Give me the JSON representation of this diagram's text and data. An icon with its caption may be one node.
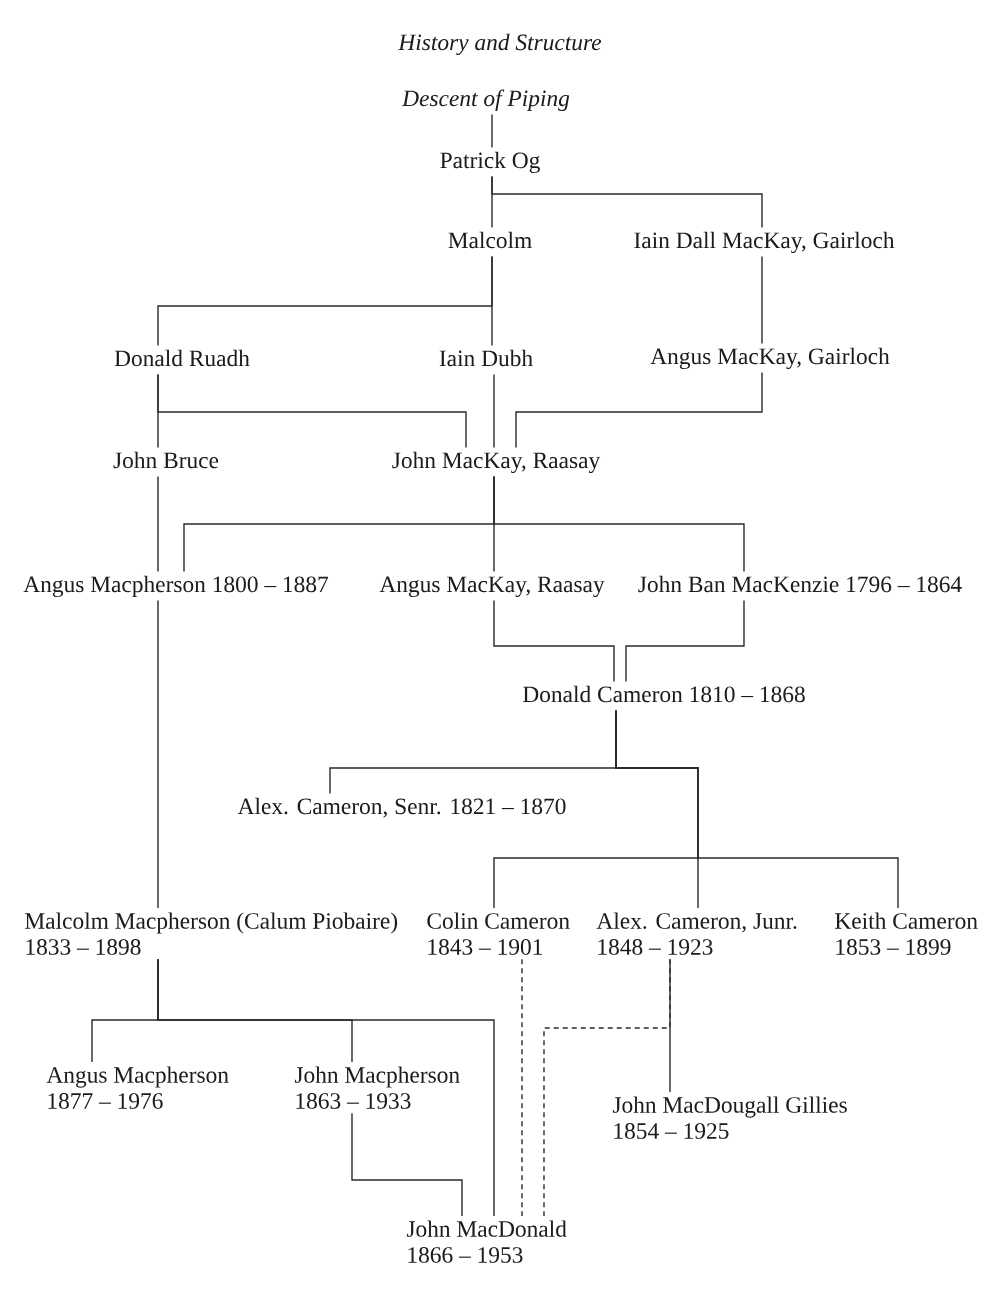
{
  "diagram": {
    "title": "History and Structure",
    "nodes": [
      {
        "text": [
          "Descent of Piping"
        ]
      },
      {
        "text": [
          "Patrick Og"
        ]
      },
      {
        "text": [
          "Malcolm"
        ]
      },
      {
        "text": [
          "Iain Dall MacKay, Gairloch"
        ]
      },
      {
        "text": [
          "Donald Ruadh"
        ]
      },
      {
        "text": [
          "Iain Dubh"
        ]
      },
      {
        "text": [
          "Angus MacKay, Gairloch"
        ]
      },
      {
        "text": [
          "John Bruce"
        ]
      },
      {
        "text": [
          "John MacKay, Raasay"
        ]
      },
      {
        "text": [
          "Angus Macpherson 1800 – 1887"
        ]
      },
      {
        "text": [
          "Angus MacKay, Raasay"
        ]
      },
      {
        "text": [
          "John Ban MacKenzie 1796 – 1864"
        ]
      },
      {
        "text": [
          "Donald Cameron 1810 – 1868"
        ]
      },
      {
        "text": [
          "Alex. Cameron, Senr. 1821 – 1870"
        ]
      },
      {
        "text": [
          "Malcolm Macpherson (Calum Piobaire)",
          "1833 – 1898"
        ]
      },
      {
        "text": [
          "Colin Cameron",
          "1843 – 1901"
        ]
      },
      {
        "text": [
          "Alex. Cameron, Junr.",
          "1848 – 1923"
        ]
      },
      {
        "text": [
          "Keith Cameron",
          "1853 – 1899"
        ]
      },
      {
        "text": [
          "Angus Macpherson",
          "1877 – 1976"
        ]
      },
      {
        "text": [
          "John Macpherson",
          "1863 – 1933"
        ]
      },
      {
        "text": [
          "John MacDougall Gillies",
          "1854 – 1925"
        ]
      },
      {
        "text": [
          "John MacDonald",
          "1866 – 1953"
        ]
      }
    ],
    "edges": [
      {
        "from": 0,
        "to": 1,
        "arrow": "none"
      },
      {
        "from": 1,
        "to": 2,
        "arrow": "none"
      },
      {
        "from": 1,
        "to": 3,
        "arrow": "none"
      },
      {
        "from": 2,
        "to": 4,
        "arrow": "none"
      },
      {
        "from": 2,
        "to": 5,
        "arrow": "none"
      },
      {
        "from": 3,
        "to": 6,
        "arrow": "none"
      },
      {
        "from": 4,
        "to": 7,
        "arrow": "none"
      },
      {
        "from": 4,
        "to": 8,
        "arrow": "none"
      },
      {
        "from": 5,
        "to": 8,
        "arrow": "none"
      },
      {
        "from": 6,
        "to": 8,
        "arrow": "none"
      },
      {
        "from": 7,
        "to": 9,
        "arrow": "none"
      },
      {
        "from": 8,
        "to": 9,
        "arrow": "none"
      },
      {
        "from": 8,
        "to": 10,
        "arrow": "none"
      },
      {
        "from": 8,
        "to": 11,
        "arrow": "none"
      },
      {
        "from": 9,
        "to": 14,
        "arrow": "none"
      },
      {
        "from": 10,
        "to": 12,
        "arrow": "none"
      },
      {
        "from": 11,
        "to": 12,
        "arrow": "none"
      },
      {
        "from": 12,
        "to": 13,
        "arrow": "none"
      },
      {
        "from": 12,
        "to": 15,
        "arrow": "none"
      },
      {
        "from": 12,
        "to": 16,
        "arrow": "none"
      },
      {
        "from": 12,
        "to": 17,
        "arrow": "none"
      },
      {
        "from": 14,
        "to": 18,
        "arrow": "none"
      },
      {
        "from": 14,
        "to": 19,
        "arrow": "none"
      },
      {
        "from": 14,
        "to": 21,
        "arrow": "none"
      },
      {
        "from": 19,
        "to": 21,
        "arrow": "none"
      },
      {
        "from": 15,
        "to": 21,
        "arrow": "none",
        "style": "dashed"
      },
      {
        "from": 16,
        "to": 20,
        "arrow": "none"
      },
      {
        "from": 16,
        "to": 21,
        "arrow": "none",
        "style": "dashed"
      }
    ]
  }
}
